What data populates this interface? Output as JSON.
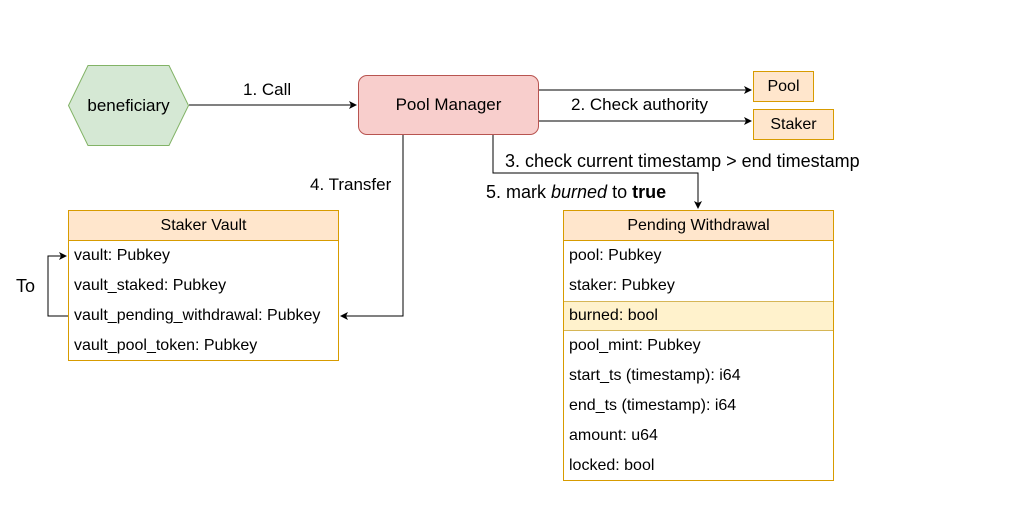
{
  "nodes": {
    "beneficiary": "beneficiary",
    "pool_manager": "Pool Manager",
    "pool": "Pool",
    "staker": "Staker"
  },
  "edges": {
    "call": "1. Call",
    "check_authority": "2. Check authority",
    "check_timestamp": "3. check current timestamp > end timestamp",
    "transfer": "4. Transfer",
    "mark_prefix": "5. mark ",
    "mark_italic": "burned",
    "mark_middle": " to ",
    "mark_bold": "true",
    "to": "To"
  },
  "staker_vault": {
    "title": "Staker Vault",
    "fields": [
      "vault: Pubkey",
      "vault_staked: Pubkey",
      "vault_pending_withdrawal: Pubkey",
      "vault_pool_token: Pubkey"
    ]
  },
  "pending_withdrawal": {
    "title": "Pending Withdrawal",
    "fields": [
      "pool: Pubkey",
      "staker: Pubkey",
      "burned: bool",
      "pool_mint: Pubkey",
      "start_ts (timestamp): i64",
      "end_ts (timestamp): i64",
      "amount: u64",
      "locked: bool"
    ]
  },
  "colors": {
    "hexagon_fill": "#d5e8d4",
    "hexagon_stroke": "#82b366",
    "pool_manager_fill": "#f8cecc",
    "pool_manager_stroke": "#b85450",
    "box_fill": "#ffe6cc",
    "box_stroke": "#d79b00",
    "highlight_fill": "#fff2cc"
  }
}
